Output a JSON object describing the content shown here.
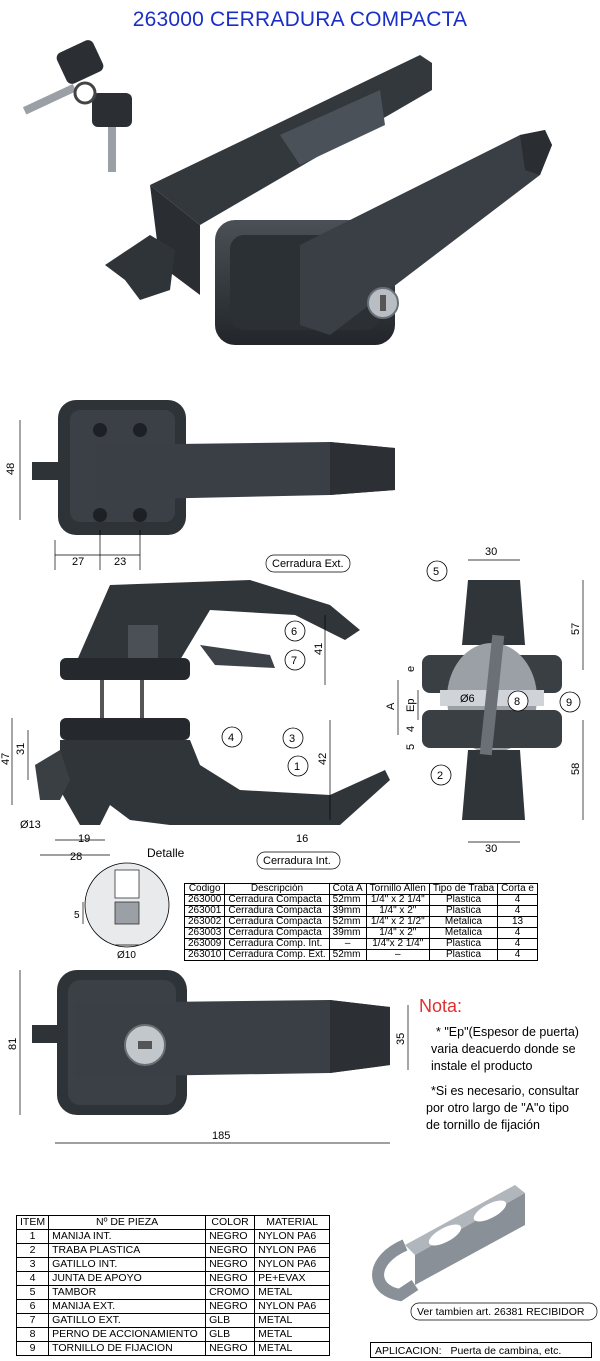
{
  "title": "263000  CERRADURA COMPACTA",
  "dims": {
    "d48": "48",
    "d27": "27",
    "d23": "23",
    "d30_top": "30",
    "d57": "57",
    "d58": "58",
    "d30_bot": "30",
    "dA": "A",
    "dEp": "Ep",
    "de": "e",
    "d4": "4",
    "d5": "5",
    "d6": "Ø6",
    "d41": "41",
    "d42": "42",
    "d31": "31",
    "d47": "47",
    "d13": "Ø13",
    "d19": "19",
    "d28": "28",
    "d16": "16",
    "d81": "81",
    "d35": "35",
    "d185": "185",
    "det5": "5",
    "det10": "Ø10"
  },
  "callouts": {
    "ext": "Cerradura Ext.",
    "int": "Cerradura Int.",
    "detalle": "Detalle A",
    "n1": "1",
    "n2": "2",
    "n3": "3",
    "n4": "4",
    "n5": "5",
    "n6": "6",
    "n7": "7",
    "n8": "8",
    "n9": "9"
  },
  "spec_table": {
    "headers": [
      "Codigo",
      "Descripción",
      "Cota  A",
      "Tornillo Allen",
      "Tipo de Traba",
      "Corta e"
    ],
    "rows": [
      [
        "263000",
        "Cerradura Compacta",
        "52mm",
        "1/4\" x 2 1/4\"",
        "Plastica",
        "4"
      ],
      [
        "263001",
        "Cerradura Compacta",
        "39mm",
        "1/4\" x 2\"",
        "Plastica",
        "4"
      ],
      [
        "263002",
        "Cerradura Compacta",
        "52mm",
        "1/4\" x 2 1/2\"",
        "Metalica",
        "13"
      ],
      [
        "263003",
        " Cerradura Compacta",
        "39mm",
        "1/4\" x 2\"",
        "Metalica",
        "4"
      ],
      [
        "263009",
        "Cerradura Comp. Int.",
        "–",
        "1/4\"x 2 1/4\"",
        "Plastica",
        "4"
      ],
      [
        "263010",
        "Cerradura Comp. Ext.",
        "52mm",
        "–",
        "Plastica",
        "4"
      ]
    ]
  },
  "nota": {
    "title": "Nota:",
    "line1": "* \"Ep\"(Espesor de puerta)",
    "line2": "varia deacuerdo donde se",
    "line3": "instale el producto",
    "line4": "*Si es necesario, consultar",
    "line5": "por otro largo de \"A\"o tipo",
    "line6": "de tornillo de fijación"
  },
  "parts_table": {
    "headers": [
      "ITEM",
      "Nº DE PIEZA",
      "COLOR",
      "MATERIAL"
    ],
    "rows": [
      [
        "1",
        "MANIJA INT.",
        "NEGRO",
        "NYLON PA6"
      ],
      [
        "2",
        "TRABA PLASTICA",
        "NEGRO",
        "NYLON PA6"
      ],
      [
        "3",
        "GATILLO INT.",
        "NEGRO",
        "NYLON PA6"
      ],
      [
        "4",
        "JUNTA DE APOYO",
        "NEGRO",
        "PE+EVAX"
      ],
      [
        "5",
        "TAMBOR",
        "CROMO",
        "METAL"
      ],
      [
        "6",
        "MANIJA EXT.",
        "NEGRO",
        "NYLON PA6"
      ],
      [
        "7",
        "GATILLO EXT.",
        "GLB",
        "METAL"
      ],
      [
        "8",
        "PERNO DE ACCIONAMIENTO",
        "GLB",
        "METAL"
      ],
      [
        "9",
        "TORNILLO DE FIJACION",
        "NEGRO",
        "METAL"
      ]
    ]
  },
  "recibidor_note": "Ver tambien art. 26381 RECIBIDOR",
  "aplicacion": {
    "label": "APLICACION:",
    "value": "Puerta de cambina, etc."
  },
  "colors": {
    "title": "#1a2fc8",
    "nota": "#e03030",
    "body": "#2e3338",
    "steel": "#8a9097"
  }
}
